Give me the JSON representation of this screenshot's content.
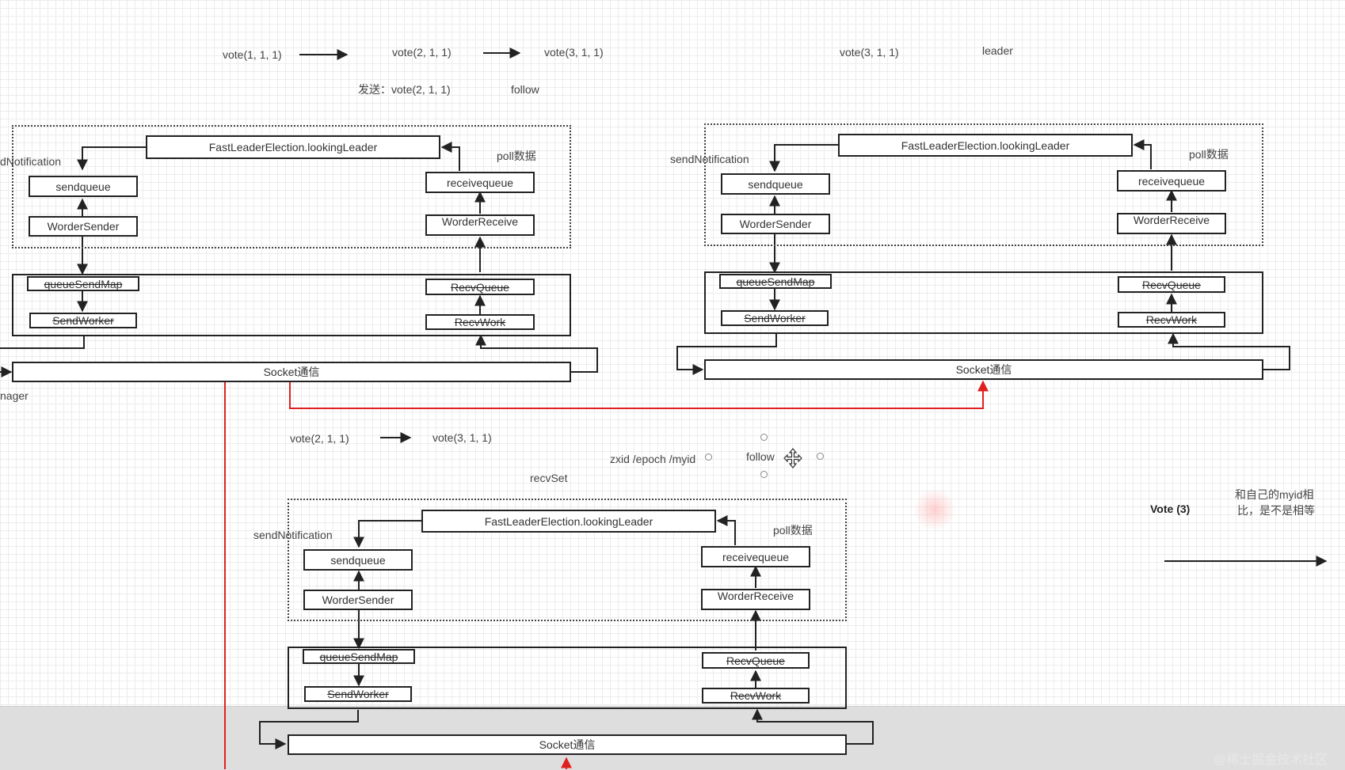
{
  "top_vote_row": {
    "vote1": "vote(1, 1, 1)",
    "vote2": "vote(2, 1, 1)",
    "vote3": "vote(3, 1, 1)",
    "send_note": "发送：vote(2, 1, 1)",
    "follow": "follow",
    "right_vote": "vote(3, 1, 1)",
    "leader": "leader"
  },
  "node_a": {
    "send_notification": "dNotification",
    "fle": "FastLeaderElection.lookingLeader",
    "poll": "poll数据",
    "sendqueue": "sendqueue",
    "receivequeue": "receivequeue",
    "worder_sender": "WorderSender",
    "worder_receiver": "WorderReceive",
    "queue_send_map": "queueSendMap",
    "recv_queue": "RecvQueue",
    "send_worker": "SendWorker",
    "recv_work": "RecvWork",
    "socket": "Socket通信",
    "manager": "nager"
  },
  "node_b": {
    "send_notification": "sendNotification",
    "fle": "FastLeaderElection.lookingLeader",
    "poll": "poll数据",
    "sendqueue": "sendqueue",
    "receivequeue": "receivequeue",
    "worder_sender": "WorderSender",
    "worder_receiver": "WorderReceive",
    "queue_send_map": "queueSendMap",
    "recv_queue": "RecvQueue",
    "send_worker": "SendWorker",
    "recv_work": "RecvWork",
    "socket": "Socket通信"
  },
  "middle": {
    "vote2": "vote(2, 1, 1)",
    "vote3": "vote(3, 1, 1)",
    "zxid": "zxid /epoch /myid",
    "follow": "follow",
    "recv_set": "recvSet"
  },
  "node_c": {
    "send_notification": "sendNotification",
    "fle": "FastLeaderElection.lookingLeader",
    "poll": "poll数据",
    "sendqueue": "sendqueue",
    "receivequeue": "receivequeue",
    "worder_sender": "WorderSender",
    "worder_receiver": "WorderReceive",
    "queue_send_map": "queueSendMap",
    "recv_queue": "RecvQueue",
    "send_worker": "SendWorker",
    "recv_work": "RecvWork",
    "socket": "Socket通信"
  },
  "right_notes": {
    "vote3": "Vote  (3)",
    "compare_line1": "和自己的myid相",
    "compare_line2": "比，是不是相等"
  },
  "watermark": "@稀土掘金技术社区",
  "colors": {
    "line": "#222222",
    "red_line": "#e02020",
    "grid": "#ececec",
    "bottom_bar": "#dedede"
  },
  "icons": {
    "move_cursor": "move-cursor-icon"
  }
}
